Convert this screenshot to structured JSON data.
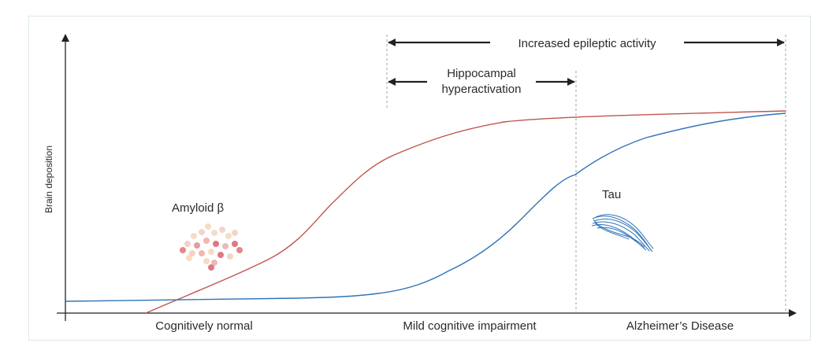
{
  "y_axis_label": "Brain deposition",
  "stage_labels": {
    "normal": "Cognitively normal",
    "mci": "Mild cognitive impairment",
    "ad": "Alzheimer’s Disease"
  },
  "intervals": {
    "epileptic": "Increased epileptic activity",
    "hippocampal_line1": "Hippocampal",
    "hippocampal_line2": "hyperactivation"
  },
  "markers": {
    "amyloid_label": "Amyloid β",
    "tau_label": "Tau"
  },
  "curves": [
    {
      "name": "amyloid",
      "color": "#c0554f"
    },
    {
      "name": "tau",
      "color": "#2f73b8"
    }
  ],
  "colors": {
    "axis": "#222222",
    "dashed": "#9aa4ab",
    "frame": "#dde8ea"
  },
  "icons": {
    "amyloid": "amyloid-plaque-icon",
    "tau": "tau-tangle-icon"
  }
}
